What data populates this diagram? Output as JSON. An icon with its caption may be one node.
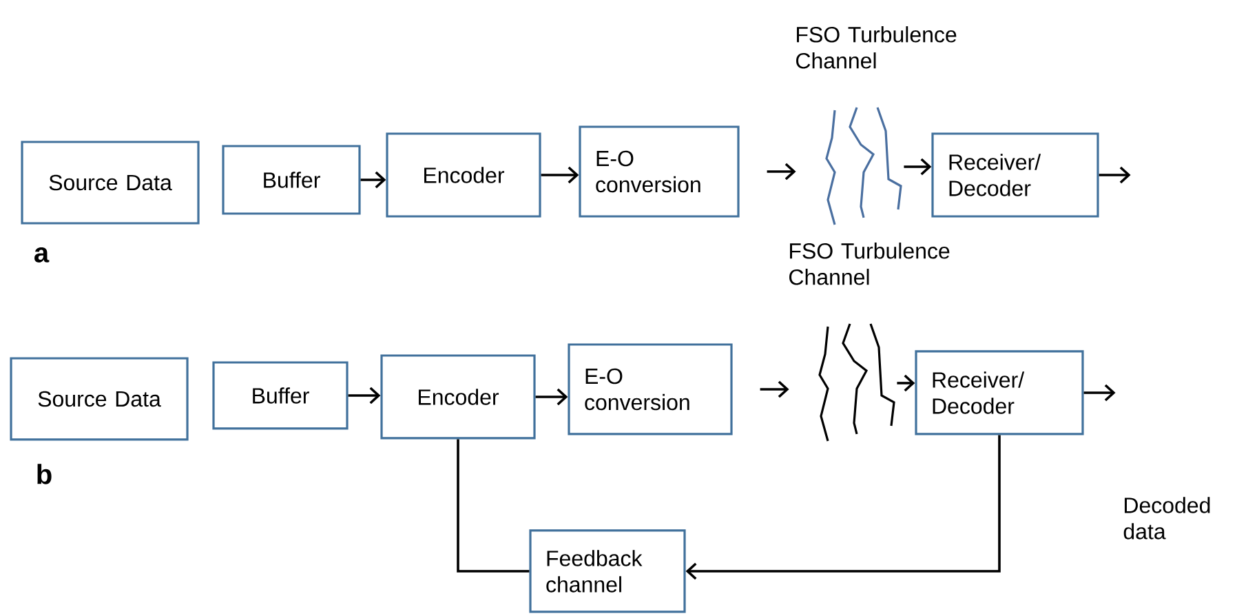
{
  "diagram": {
    "nodes": [
      {
        "text": [
          "Source Data"
        ]
      },
      {
        "text": [
          "Buffer"
        ]
      },
      {
        "text": [
          "Encoder"
        ]
      },
      {
        "text": [
          "E-O conversion"
        ]
      },
      {
        "text": [
          "FSO Turbulence Channel"
        ]
      },
      {
        "text": [
          "Receiver/ Decoder"
        ]
      },
      {
        "text": [
          "Source Data"
        ]
      },
      {
        "text": [
          "Buffer"
        ]
      },
      {
        "text": [
          "Encoder"
        ]
      },
      {
        "text": [
          "E-O conversion"
        ]
      },
      {
        "text": [
          "FSO Turbulence Channel"
        ]
      },
      {
        "text": [
          "Receiver/ Decoder"
        ]
      },
      {
        "text": [
          "Feedback channel"
        ]
      }
    ],
    "edges": [
      {
        "from": 1,
        "to": 2,
        "arrow": "to"
      },
      {
        "from": 2,
        "to": 3,
        "arrow": "to"
      },
      {
        "from": 3,
        "to": 4,
        "arrow": "to"
      },
      {
        "from": 4,
        "to": 5,
        "arrow": "to"
      },
      {
        "from": 5,
        "to": null,
        "arrow": "to"
      },
      {
        "from": 7,
        "to": 8,
        "arrow": "to"
      },
      {
        "from": 8,
        "to": 9,
        "arrow": "to"
      },
      {
        "from": 9,
        "to": 10,
        "arrow": "to"
      },
      {
        "from": 10,
        "to": 11,
        "arrow": "to"
      },
      {
        "from": 11,
        "to": null,
        "arrow": "to"
      },
      {
        "from": 8,
        "to": 12,
        "arrow": "none"
      },
      {
        "from": 11,
        "to": 12,
        "arrow": "to"
      }
    ],
    "labels": [
      "a",
      "b",
      "Decoded data"
    ]
  }
}
